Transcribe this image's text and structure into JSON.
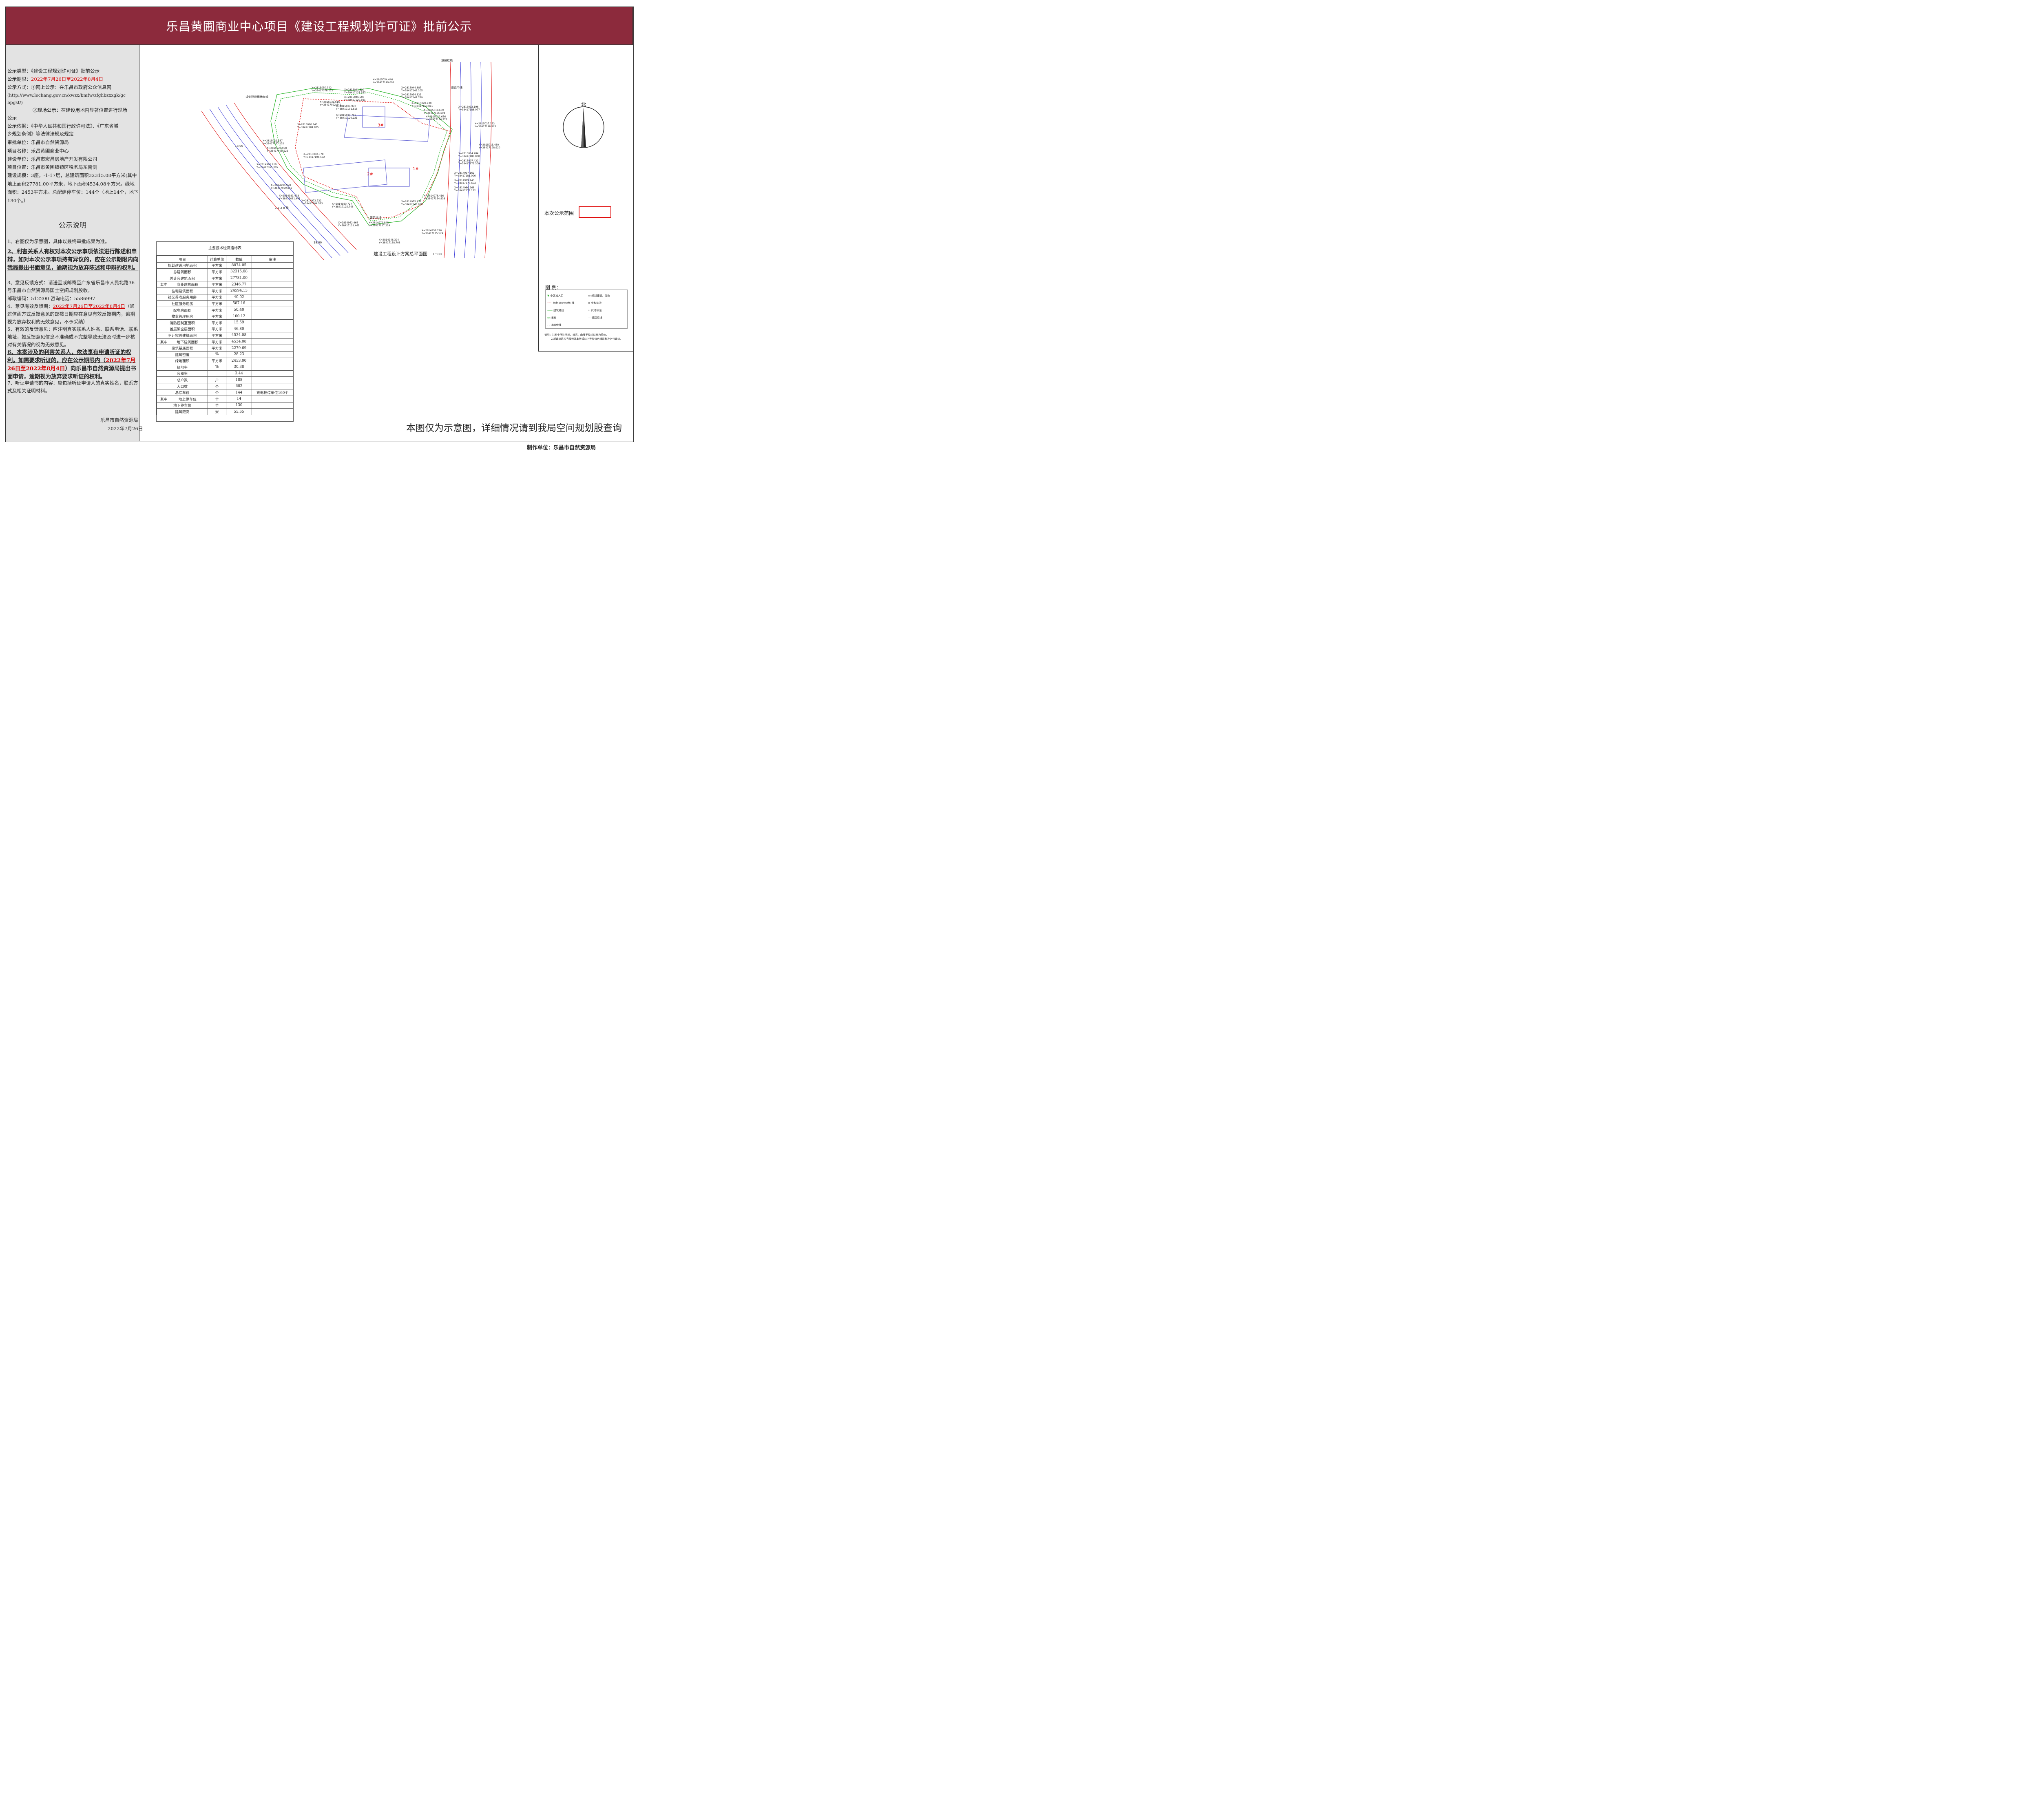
{
  "title": "乐昌黄圃商业中心项目《建设工程规划许可证》批前公示",
  "left_panel": {
    "type_line": "公示类型：《建设工程规划许可证》批前公示",
    "period_label": "公示期限：",
    "period_value": "2022年7月26日至2022年8月4日",
    "method_line1": "公示方式：①网上公示：在乐昌市政府公众信息网",
    "method_line2": "(http://www.lechang.gov.cn/xwzx/bmfw/zfghbzxxgk/gc",
    "method_line3": "bpgst/)",
    "method_line4": "②现场公示：在建设用地内显著位置进行现场",
    "method_line5": "公示",
    "basis_line1": "公示依据：《中华人民共和国行政许可法》、《广东省城",
    "basis_line2": "乡规划条例》等法律法规及规定",
    "approver": "审批单位：乐昌市自然资源局",
    "project": "项目名称：乐昌黄圃商业中心",
    "builder": "建设单位：乐昌市宏昌房地产开发有限公司",
    "location": "项目位置：乐昌市黄圃镇镇区税务局东南侧",
    "scale": "建设规模：3座，-1-17层，总建筑面积32315.08平方米(其中地上面积27781.00平方米，地下面积4534.08平方米。绿地面积：2453平方米。总配建停车位：144个（地上14个，地下130个。）",
    "notes_heading": "公示说明",
    "note1": "1、右图仅为示意图，具体以最终审批成果为准。",
    "note2": "2、利害关系人有权对本次公示事项依法进行陈述和申辩，如对本次公示事项持有异议的，应在公示期限内向我局提出书面意见，逾期视为放弃陈述和申辩的权利。",
    "note3": "3、意见反馈方式：请送至或邮寄至广东省乐昌市人民北路36号乐昌市自然资源局国土空间规划股收。",
    "postcode": "邮政编码：512200 咨询电话：5586997",
    "note4_a": "4、意见有效反馈期：",
    "note4_b": "2022年7月26日至2022年8月4日",
    "note4_c": "（通过信函方式反馈意见的邮戳日期应在意见有效反馈期内，逾期视为放弃权利的无效意见，不予采纳）",
    "note5": "5、有效的反馈意见：应注明真实联系人姓名、联系电话、联系地址，如反馈意见信息不准确或不完整导致无法及时进一步核对有关情况的视为无效意见。",
    "note6_a": "6、本案涉及的利害关系人，依法享有申请听证的权利。如需要求听证的，应在公示期限内（",
    "note6_b": "2022年7月26日至2022年8月4日",
    "note6_c": "）向乐昌市自然资源局提出书面申请，逾期视为放弃要求听证的权利。",
    "note7": "7、听证申请书的内容：应包括听证申请人的真实姓名，联系方式及相关证明材料。",
    "signature_org": "乐昌市自然资源局",
    "signature_date": "2022年7月26日"
  },
  "plan": {
    "drawing_title": "建设工程设计方案总平面图",
    "drawing_scale": "1:500",
    "label_planned_line": "规划建设用地红线",
    "label_road_red": "道路红线",
    "label_road_center": "道路中线",
    "label_building_red": "建筑红线",
    "label_north_road": "北",
    "road_width_1": "18.00",
    "road_width_2": "18.00",
    "road_name": "1 3 2 8 线",
    "building_1": "1#",
    "building_2": "2#",
    "building_3": "3#",
    "coordinates": [
      "X=2815050.322 Y=38417078.172",
      "X=2815041.820 Y=38417127.557",
      "X=2815054.446 Y=38417149.692",
      "X=2815044.887 Y=38417146.105",
      "X=2815034.823 Y=38417147.769",
      "X=2815046.503 Y=38417120.591",
      "X=2815031.616 Y=38417092.641",
      "X=2815031.937 Y=38417101.618",
      "X=2815028.930 Y=38417153.811",
      "X=2815018.669 Y=38417155.508",
      "X=2815031.756 Y=38417129.221",
      "X=2815022.656 Y=38417166.575",
      "X=2815032.196 Y=38417188.977",
      "X=2815027.162 Y=38417198.925",
      "X=2815020.840 Y=38417104.875",
      "X=2815022.837 Y=38417057.132",
      "X=2815020.058 Y=38417075.526",
      "X=2815015.480 Y=38417198.920",
      "X=2815014.284 Y=38417186.830",
      "X=2815010.578 Y=38417106.572",
      "X=2815007.422 Y=38417179.309",
      "X=2814991.919 Y=38417065.365",
      "X=2814997.162 Y=38417181.006",
      "X=2814989.145 Y=38417176.654",
      "X=2814990.978 Y=38417079.859",
      "X=2814980.266 Y=38417178.122",
      "X=2814981.408 Y=38417081.441",
      "X=2814976.416 Y=38417154.838",
      "X=2814972.732 Y=38417104.593",
      "X=2814980.727 Y=38417125.746",
      "X=2814975.437 Y=38417148.919",
      "X=2814962.466 Y=38417121.461",
      "X=2814971.848 Y=38417127.214",
      "X=2814958.726 Y=38417185.579",
      "X=2814946.394 Y=38417158.708"
    ]
  },
  "econ_table": {
    "caption": "主要技术经济指标表",
    "headers": [
      "项目",
      "计算单位",
      "数值",
      "备注"
    ],
    "rows": [
      {
        "group": "",
        "item": "规划建设用地面积",
        "unit": "平方米",
        "value": "8074.05",
        "note": ""
      },
      {
        "group": "",
        "item": "总建筑面积",
        "unit": "平方米",
        "value": "32315.08",
        "note": ""
      },
      {
        "group": "",
        "item": "总计容建筑面积",
        "unit": "平方米",
        "value": "27781.00",
        "note": ""
      },
      {
        "group": "其中",
        "item": "商业建筑面积",
        "unit": "平方米",
        "value": "2346.77",
        "note": ""
      },
      {
        "group": "",
        "item": "住宅建筑面积",
        "unit": "平方米",
        "value": "24594.13",
        "note": ""
      },
      {
        "group": "",
        "item": "社区养老服务用房",
        "unit": "平方米",
        "value": "40.02",
        "note": ""
      },
      {
        "group": "",
        "item": "社区服务用房",
        "unit": "平方米",
        "value": "587.16",
        "note": ""
      },
      {
        "group": "",
        "item": "配电房面积",
        "unit": "平方米",
        "value": "50.40",
        "note": ""
      },
      {
        "group": "",
        "item": "物业管理用房",
        "unit": "平方米",
        "value": "100.12",
        "note": ""
      },
      {
        "group": "",
        "item": "消防控制室面积",
        "unit": "平方米",
        "value": "15.59",
        "note": ""
      },
      {
        "group": "",
        "item": "首层架空层面积",
        "unit": "平方米",
        "value": "46.80",
        "note": ""
      },
      {
        "group": "",
        "item": "不计容总建筑面积",
        "unit": "平方米",
        "value": "4534.08",
        "note": ""
      },
      {
        "group": "其中",
        "item": "地下建筑面积",
        "unit": "平方米",
        "value": "4534.08",
        "note": ""
      },
      {
        "group": "",
        "item": "建筑基底面积",
        "unit": "平方米",
        "value": "2279.69",
        "note": ""
      },
      {
        "group": "",
        "item": "建筑密度",
        "unit": "%",
        "value": "28.23",
        "note": ""
      },
      {
        "group": "",
        "item": "绿地面积",
        "unit": "平方米",
        "value": "2453.00",
        "note": ""
      },
      {
        "group": "",
        "item": "绿地率",
        "unit": "%",
        "value": "30.38",
        "note": ""
      },
      {
        "group": "",
        "item": "容积率",
        "unit": "",
        "value": "3.44",
        "note": ""
      },
      {
        "group": "",
        "item": "总户数",
        "unit": "户",
        "value": "188",
        "note": ""
      },
      {
        "group": "",
        "item": "人口数",
        "unit": "个",
        "value": "602",
        "note": ""
      },
      {
        "group": "",
        "item": "总停车位",
        "unit": "个",
        "value": "144",
        "note": "充电桩停车位160个"
      },
      {
        "group": "其中",
        "item": "地上停车位",
        "unit": "个",
        "value": "14",
        "note": ""
      },
      {
        "group": "",
        "item": "地下停车位",
        "unit": "个",
        "value": "130",
        "note": ""
      },
      {
        "group": "",
        "item": "建筑限高",
        "unit": "米",
        "value": "55.65",
        "note": ""
      }
    ]
  },
  "right_panel": {
    "north_label": "北",
    "scope_label": "本次公示范围",
    "legend_title": "图 例：",
    "legend_items": [
      "小区出入口",
      "规划建设用地红线",
      "建筑红线",
      "绿地",
      "道路中线",
      "规划建筑、层数",
      "坐标标注",
      "尺寸标注",
      "道路红线"
    ],
    "legend_note1": "说明：1.图中所注坐标、标高、曲线半径均以米为单位。",
    "legend_note2": "2.新建建筑应当按照基本级或以上等级绿色建筑标准进行建设。"
  },
  "footer": {
    "disclaimer": "本图仅为示意图，详细情况请到我局空间规划股查询",
    "maker": "制作单位：乐昌市自然资源局"
  },
  "colors": {
    "banner": "#8c2a3c",
    "left_panel_bg": "#e3e3e3",
    "red_text": "#d40000",
    "plan_green": "#2bb52b",
    "plan_red": "#e01010",
    "road_blue": "#3a3ad8",
    "building_purple": "#7070d8"
  }
}
